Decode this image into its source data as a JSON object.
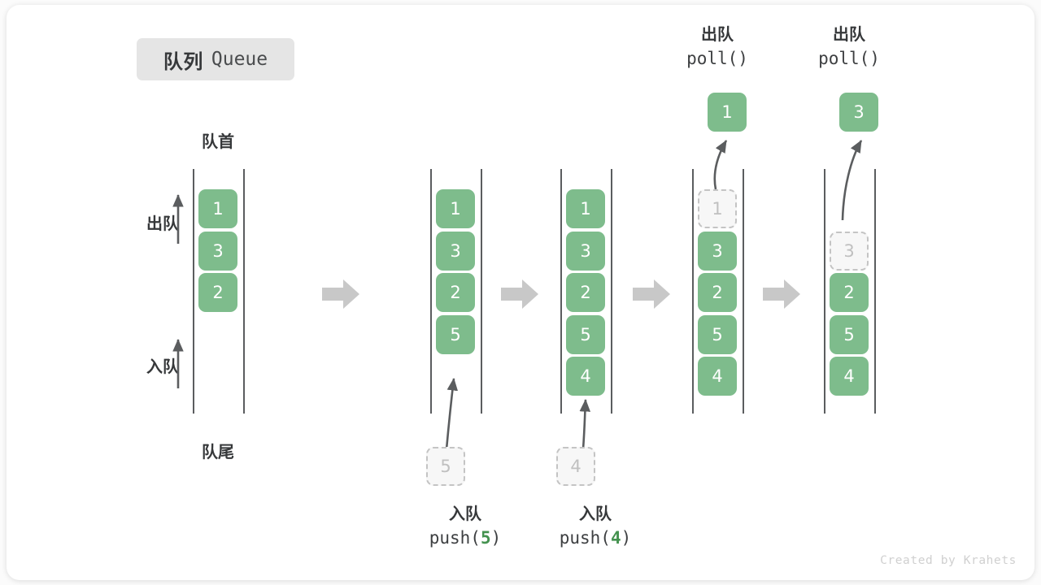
{
  "title": {
    "cn": "队列",
    "en": "Queue"
  },
  "labels": {
    "head": "队首",
    "tail": "队尾",
    "dequeue": "出队",
    "enqueue": "入队"
  },
  "colors": {
    "cell_fill": "#7ebc8c",
    "cell_text": "#ffffff",
    "ghost_fill": "#f7f7f7",
    "ghost_border": "#c4c4c4",
    "ghost_text": "#c0c0c0",
    "rail": "#5b5d5f",
    "step_arrow": "#c8c8c8",
    "accent_green": "#44924f",
    "badge_bg": "#e5e5e5",
    "text": "#36383a"
  },
  "columns": [
    {
      "id": "col-initial",
      "cells": [
        "1",
        "3",
        "2"
      ],
      "ghost_index": null,
      "caption_top": null,
      "caption_bottom": null,
      "popped": null,
      "incoming": null
    },
    {
      "id": "col-push-5",
      "cells": [
        "1",
        "3",
        "2",
        "5"
      ],
      "ghost_index": null,
      "caption_top": null,
      "caption_bottom": {
        "cn": "入队",
        "code_prefix": "push(",
        "code_num": "5",
        "code_suffix": ")"
      },
      "popped": null,
      "incoming": "5"
    },
    {
      "id": "col-push-4",
      "cells": [
        "1",
        "3",
        "2",
        "5",
        "4"
      ],
      "ghost_index": null,
      "caption_top": null,
      "caption_bottom": {
        "cn": "入队",
        "code_prefix": "push(",
        "code_num": "4",
        "code_suffix": ")"
      },
      "popped": null,
      "incoming": "4"
    },
    {
      "id": "col-poll-1",
      "cells": [
        "1",
        "3",
        "2",
        "5",
        "4"
      ],
      "ghost_index": 0,
      "caption_top": {
        "cn": "出队",
        "code": "poll()"
      },
      "caption_bottom": null,
      "popped": "1",
      "incoming": null
    },
    {
      "id": "col-poll-3",
      "cells": [
        "",
        "3",
        "2",
        "5",
        "4"
      ],
      "ghost_index": 1,
      "caption_top": {
        "cn": "出队",
        "code": "poll()"
      },
      "caption_bottom": null,
      "popped": "3",
      "incoming": null
    }
  ],
  "step_arrows": 4,
  "watermark": "Created by Krahets"
}
